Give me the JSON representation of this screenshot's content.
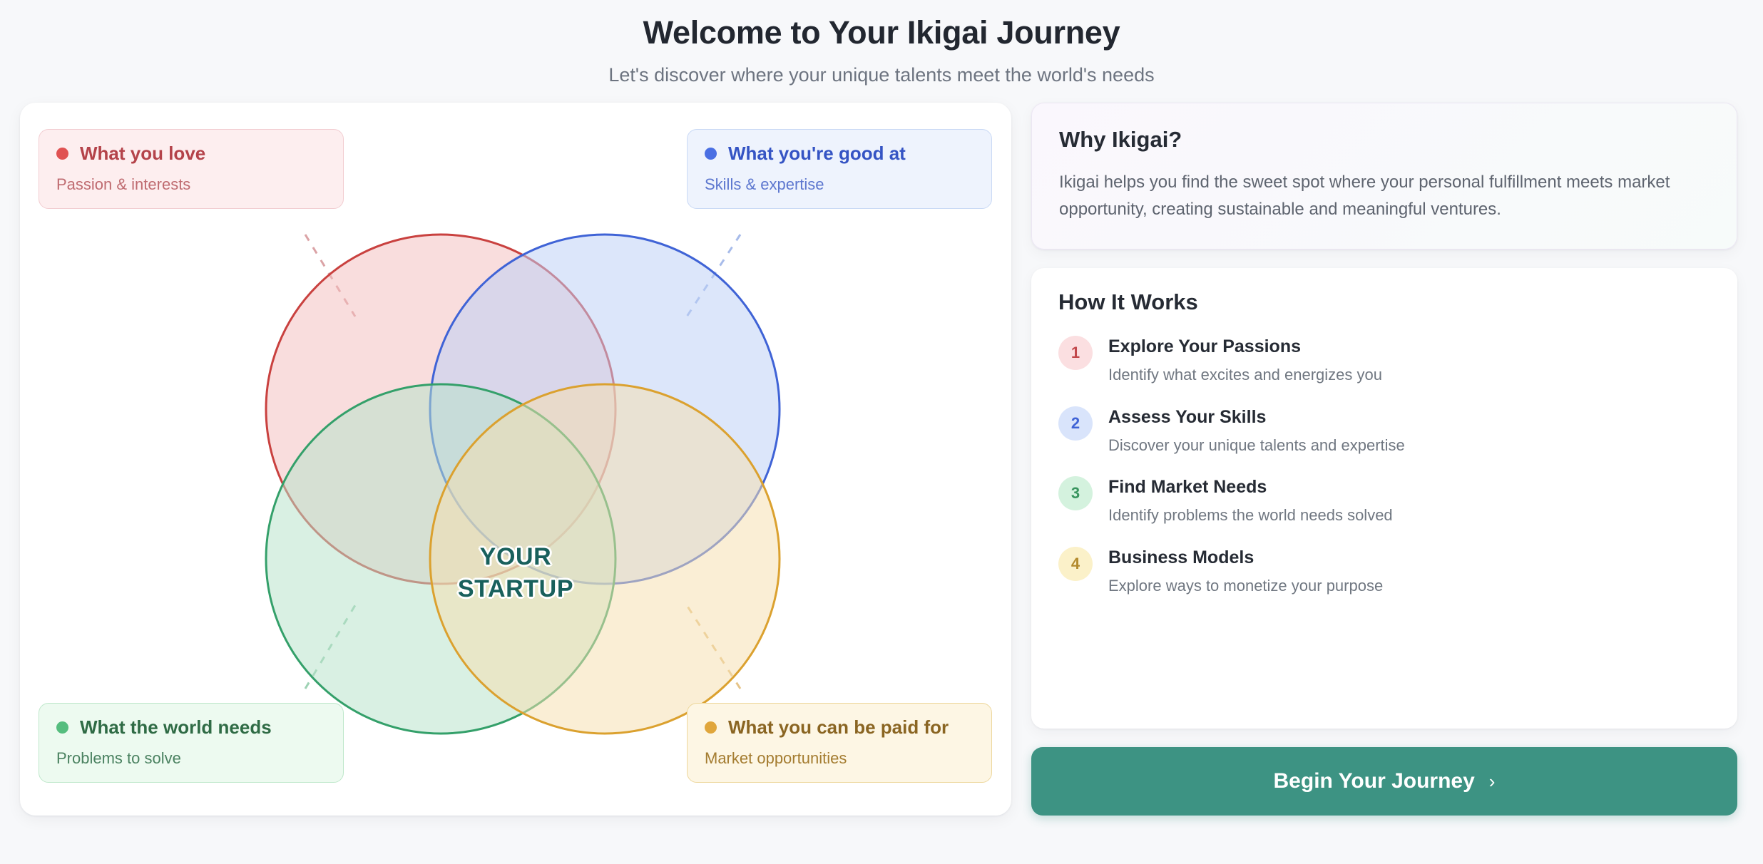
{
  "header": {
    "title": "Welcome to Your Ikigai Journey",
    "subtitle": "Let's discover where your unique talents meet the world's needs"
  },
  "venn": {
    "center_line1": "YOUR",
    "center_line2": "STARTUP",
    "quadrants": [
      {
        "key": "love",
        "title": "What you love",
        "subtitle": "Passion & interests",
        "dot_color": "#e05252",
        "stroke_color": "#c9413f",
        "fill_color": "#f4bdbd"
      },
      {
        "key": "good",
        "title": "What you're good at",
        "subtitle": "Skills & expertise",
        "dot_color": "#4a6fe3",
        "stroke_color": "#3f63d6",
        "fill_color": "#bcd0f5"
      },
      {
        "key": "needs",
        "title": "What the world needs",
        "subtitle": "Problems to solve",
        "dot_color": "#55bd7e",
        "stroke_color": "#34a06a",
        "fill_color": "#b6e3c9"
      },
      {
        "key": "paid",
        "title": "What you can be paid for",
        "subtitle": "Market opportunities",
        "dot_color": "#e0a63c",
        "stroke_color": "#dba12f",
        "fill_color": "#f6dfae"
      }
    ]
  },
  "why": {
    "title": "Why Ikigai?",
    "body": "Ikigai helps you find the sweet spot where your personal fulfillment meets market opportunity, creating sustainable and meaningful ventures."
  },
  "how": {
    "title": "How It Works",
    "steps": [
      {
        "number": "1",
        "title": "Explore Your Passions",
        "desc": "Identify what excites and energizes you",
        "badge_bg": "#fbdfe1",
        "badge_fg": "#c2484c"
      },
      {
        "number": "2",
        "title": "Assess Your Skills",
        "desc": "Discover your unique talents and expertise",
        "badge_bg": "#d9e4fb",
        "badge_fg": "#3f63d6"
      },
      {
        "number": "3",
        "title": "Find Market Needs",
        "desc": "Identify problems the world needs solved",
        "badge_bg": "#d4f2de",
        "badge_fg": "#39955f"
      },
      {
        "number": "4",
        "title": "Business Models",
        "desc": "Explore ways to monetize your purpose",
        "badge_bg": "#fbf1c9",
        "badge_fg": "#b38a2c"
      }
    ]
  },
  "cta": {
    "label": "Begin Your Journey",
    "chevron": "›"
  }
}
